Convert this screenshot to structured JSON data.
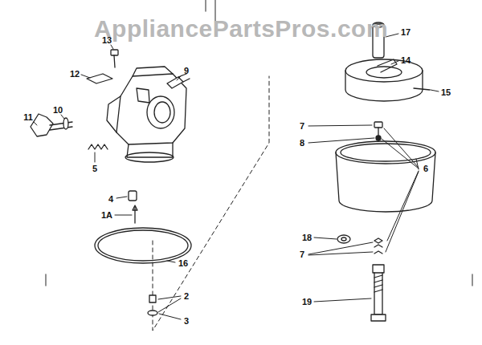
{
  "diagram": {
    "labels": [
      "AppliancePartsPros.com",
      "13",
      "12",
      "9",
      "11",
      "10",
      "5",
      "4",
      "1A",
      "16",
      "2",
      "3",
      "17",
      "14",
      "15",
      "7",
      "8",
      "6",
      "18",
      "7",
      "19"
    ]
  }
}
